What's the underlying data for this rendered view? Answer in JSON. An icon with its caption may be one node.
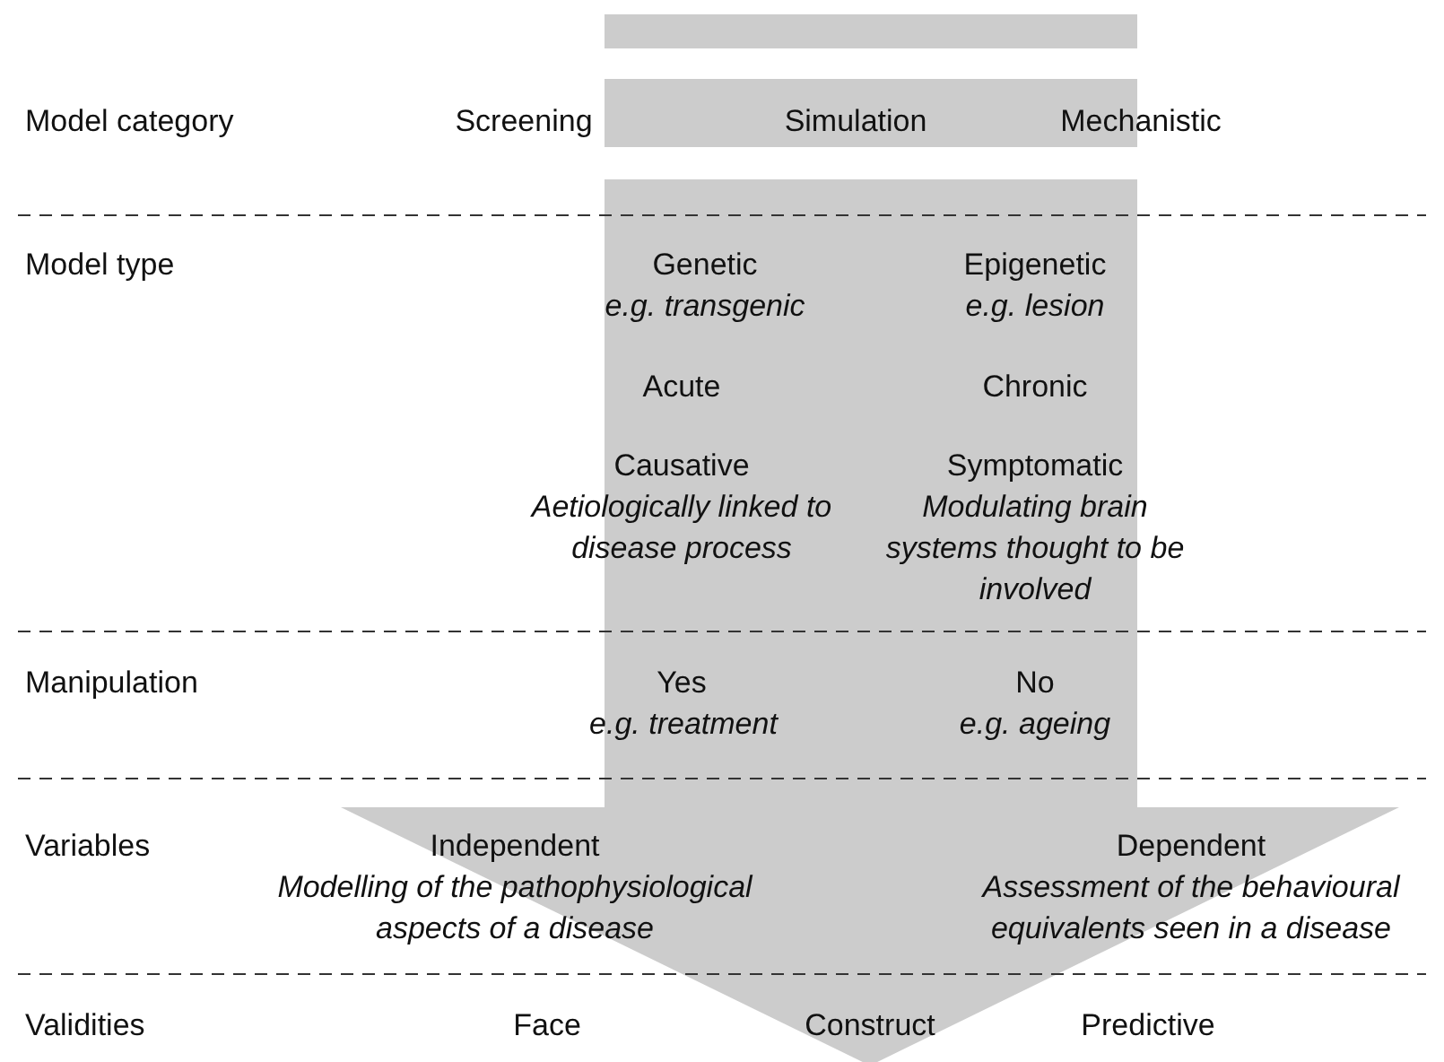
{
  "diagram": {
    "labels": [
      "Model category",
      "Screening",
      "Simulation",
      "Mechanistic",
      "Model type",
      "Genetic",
      "e.g. transgenic",
      "Epigenetic",
      "e.g. lesion",
      "Acute",
      "Chronic",
      "Causative",
      "Aetiologically linked to disease process",
      "Symptomatic",
      "Modulating brain systems thought to be involved",
      "Manipulation",
      "Yes",
      "e.g. treatment",
      "No",
      "e.g. ageing",
      "Variables",
      "Independent",
      "Modelling of the pathophysiological aspects of a disease",
      "Dependent",
      "Assessment of the behavioural equivalents seen in a disease",
      "Validities",
      "Face",
      "Construct",
      "Predictive"
    ]
  }
}
